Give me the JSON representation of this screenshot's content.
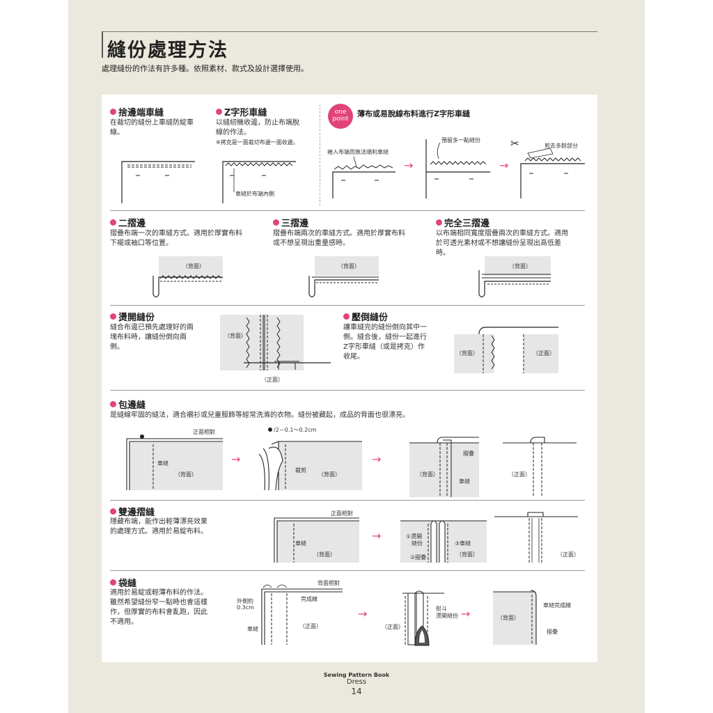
{
  "page": {
    "title": "縫份處理方法",
    "intro": "處理縫份的作法有許多種。依照素材、款式及設計選擇使用。"
  },
  "sections": {
    "hem_edge": {
      "heading": "捨邊端車縫",
      "desc1": "在裁切的縫份上車縫防綻車",
      "desc2": "線。"
    },
    "zigzag": {
      "heading": "Z字形車縫",
      "desc1": "以縫紉機收邊，防止布端脫",
      "desc2": "線的作法。",
      "note": "※拷克是一面裁切布邊一面收邊。",
      "label": "車縫於布端內側"
    },
    "onepoint": {
      "badge1": "one",
      "badge2": "point",
      "heading": "薄布或易脫線布料進行Z字形車縫",
      "label_left": "捲入布端而無法順利車縫",
      "label_mid": "預留多一點縫份",
      "label_right": "剪去多餘部分"
    },
    "double_fold": {
      "heading": "二摺邊",
      "desc1": "摺疊布端一次的車縫方式。適用於厚實布料",
      "desc2": "下襬或袖口等位置。",
      "label": "（背面）"
    },
    "triple_fold": {
      "heading": "三摺邊",
      "desc1": "摺疊布端兩次的車縫方式。適用於厚實布料",
      "desc2": "或不想呈現出重量感時。",
      "label": "（背面）"
    },
    "full_triple": {
      "heading": "完全三摺邊",
      "desc1": "以布端相同寬度摺疊兩次的車縫方式。適用",
      "desc2": "於可透光素材或不想讓縫份呈現出高低差",
      "desc3": "時。",
      "label": "（背面）"
    },
    "press_open": {
      "heading": "燙開縫份",
      "desc1": "縫合布邊已預先處理好的兩",
      "desc2": "塊布料時，讓縫份倒向兩",
      "desc3": "側。",
      "label_back": "（背面）",
      "label_front": "（正面）"
    },
    "press_side": {
      "heading": "壓倒縫份",
      "desc1": "讓車縫完的縫份倒向其中一",
      "desc2": "側。縫合後，縫份一起進行",
      "desc3": "Z字形車縫（或是拷克）作",
      "desc4": "收尾。",
      "label_back": "（背面）",
      "label_front": "（正面）"
    },
    "flat_felled": {
      "heading": "包邊縫",
      "desc": "是縫線牢固的縫法，適合襯衫或兒童服飾等經常洗滌的衣物。縫份被藏起，成品的背面也很漂亮。",
      "label_rs": "正面相對",
      "label_sew": "車縫",
      "label_back": "（背面）",
      "label_width": "/2－0.1～0.2cm",
      "label_trim": "裁剪",
      "label_fold": "摺疊",
      "label_front": "（正面）"
    },
    "double_edge": {
      "heading": "雙邊摺縫",
      "desc1": "隱藏布端，能作出輕薄漂亮效果",
      "desc2": "的處理方式。適用於易綻布料。",
      "label_rs": "正面相對",
      "label_sew": "車縫",
      "label_back": "（背面）",
      "label_step1a": "①燙開",
      "label_step1b": "縫份",
      "label_step2": "②摺疊",
      "label_step3": "③車縫",
      "label_front": "（正面）"
    },
    "french": {
      "heading": "袋縫",
      "desc1": "適用於易綻或輕薄布料的作法。",
      "desc2": "雖然希望縫份窄一點時也會這樣",
      "desc3": "作，但厚實的布料會亂跑，因此",
      "desc4": "不適用。",
      "label_ws": "背面相對",
      "label_outer1": "外側約",
      "label_outer2": "0.3cm",
      "label_done": "完成線",
      "label_sew": "車縫",
      "label_front": "（正面）",
      "label_iron1": "熨斗",
      "label_iron2": "燙開縫份",
      "label_back": "（背面）",
      "label_sewdone": "車縫完成線",
      "label_fold": "摺疊"
    }
  },
  "footer": {
    "series": "Sewing Pattern Book",
    "book": "Dress",
    "page_number": "14"
  },
  "colors": {
    "accent": "#e0447a",
    "page_bg": "#ebe9de",
    "panel_bg": "#ffffff",
    "fabric": "#e6e6e6"
  }
}
